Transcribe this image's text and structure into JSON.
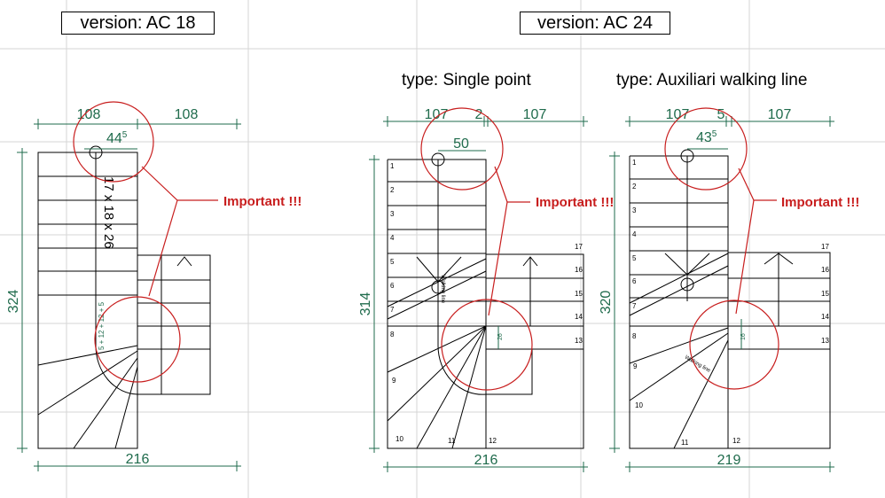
{
  "titles": {
    "ac18": "version: AC 18",
    "ac24": "version: AC 24"
  },
  "types": {
    "single": "type: Single point",
    "aux": "type: Auxiliari walking line"
  },
  "annotations": {
    "important": "Important !!!"
  },
  "colors": {
    "dimension": "#1f6b4c",
    "highlight": "#c81e1e",
    "grid": "#d6d6d6",
    "line": "#000000"
  },
  "stairs": [
    {
      "id": "ac18",
      "top_dims": [
        "108",
        "108"
      ],
      "detail_dim": "44",
      "detail_sup": "5",
      "width_dim": "216",
      "height_dim": "324",
      "flight_label": "17 x 18 x 26",
      "small_label": "5 + 12 + 12 + 5"
    },
    {
      "id": "single",
      "top_dims": [
        "107",
        "2",
        "107"
      ],
      "detail_dim": "50",
      "detail_sup": "",
      "width_dim": "216",
      "height_dim": "314",
      "side_small": "26",
      "walk_label": "Walking line",
      "step_numbers": [
        "1",
        "2",
        "3",
        "4",
        "5",
        "6",
        "7",
        "8",
        "9",
        "10",
        "11",
        "12",
        "13",
        "14",
        "15",
        "16",
        "17"
      ]
    },
    {
      "id": "aux",
      "top_dims": [
        "107",
        "5",
        "107"
      ],
      "detail_dim": "43",
      "detail_sup": "5",
      "width_dim": "219",
      "height_dim": "320",
      "side_small": "16",
      "walk_label": "Walking line",
      "step_numbers": [
        "1",
        "2",
        "3",
        "4",
        "5",
        "6",
        "7",
        "8",
        "9",
        "10",
        "11",
        "12",
        "13",
        "14",
        "15",
        "16",
        "17"
      ]
    }
  ]
}
